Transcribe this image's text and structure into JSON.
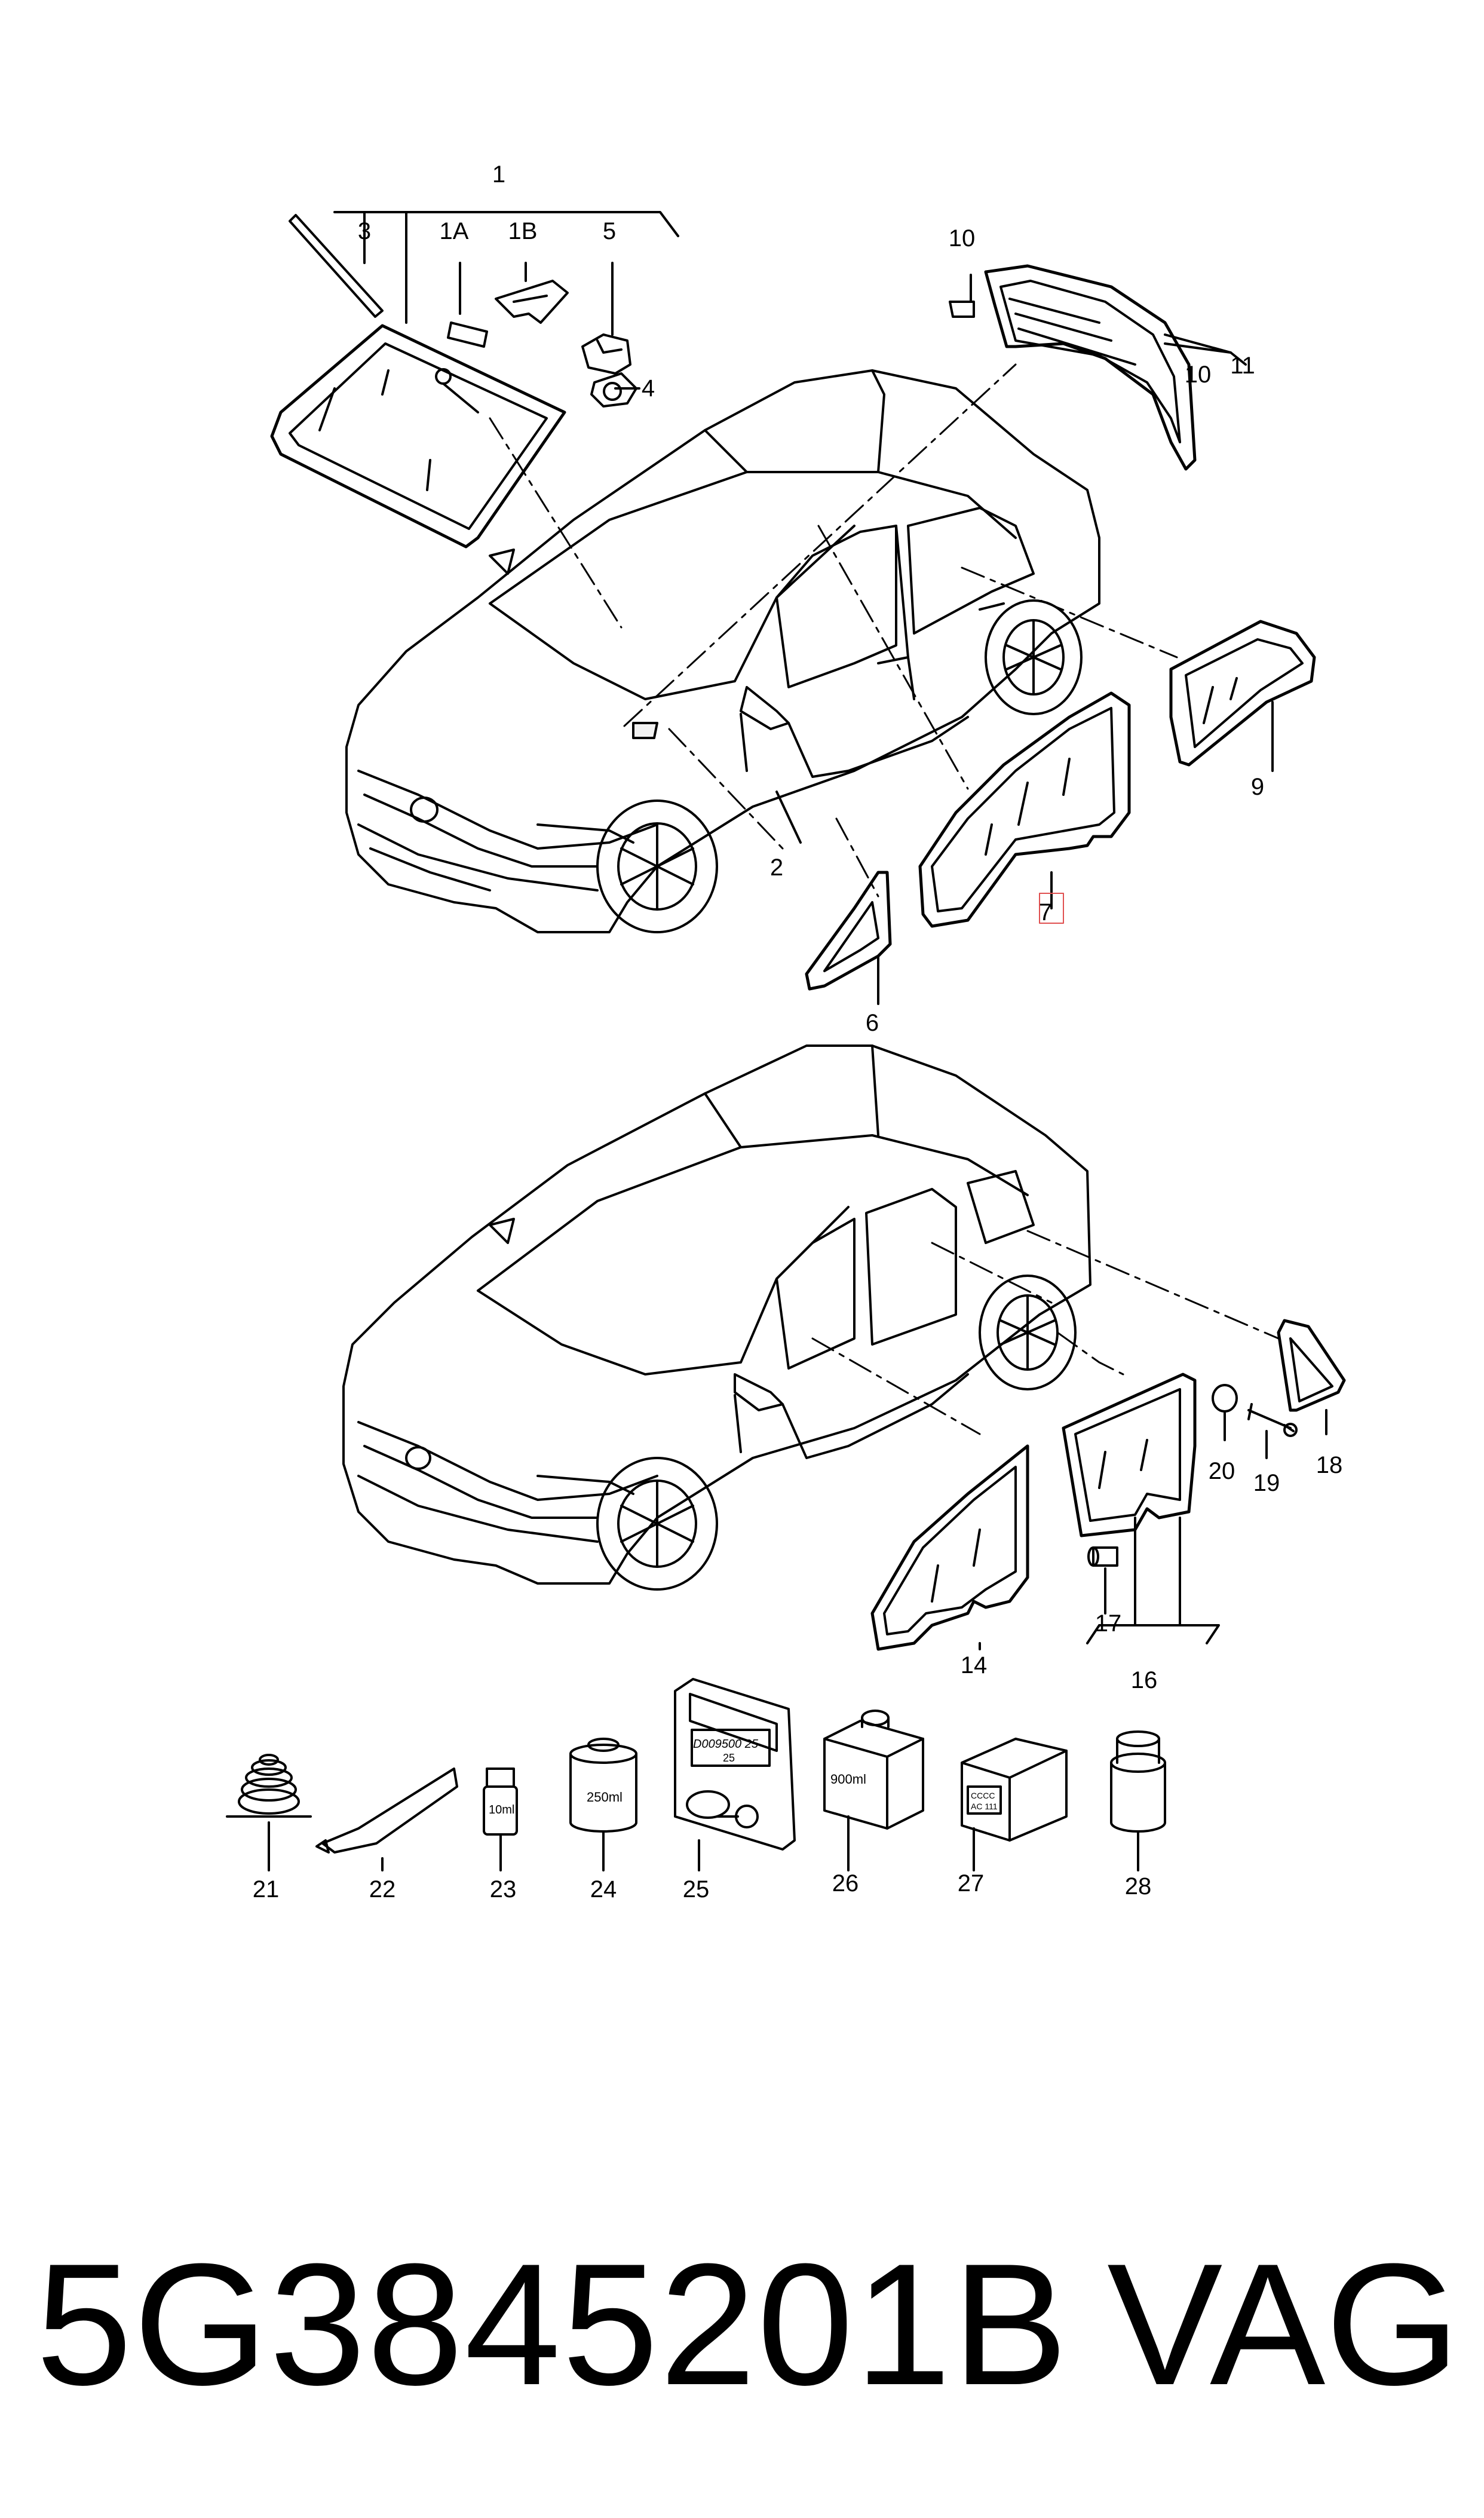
{
  "callouts": [
    "1",
    "1A",
    "1B",
    "3",
    "5",
    "4",
    "10",
    "10",
    "11",
    "9",
    "2",
    "6",
    "7",
    "20",
    "19",
    "18",
    "17",
    "16",
    "14",
    "21",
    "22",
    "23",
    "24",
    "25",
    "26",
    "27",
    "28"
  ],
  "product_labels": {
    "tube": "10ml",
    "can": "250ml",
    "bag_code": "D009500 25",
    "bag_sub": "25",
    "bottle": "900ml",
    "box_line1": "CCCC",
    "box_line2": "AC 111"
  },
  "highlight_color": "#e05050",
  "footer": {
    "part_number": "5G3845201B",
    "brand": "VAG"
  }
}
